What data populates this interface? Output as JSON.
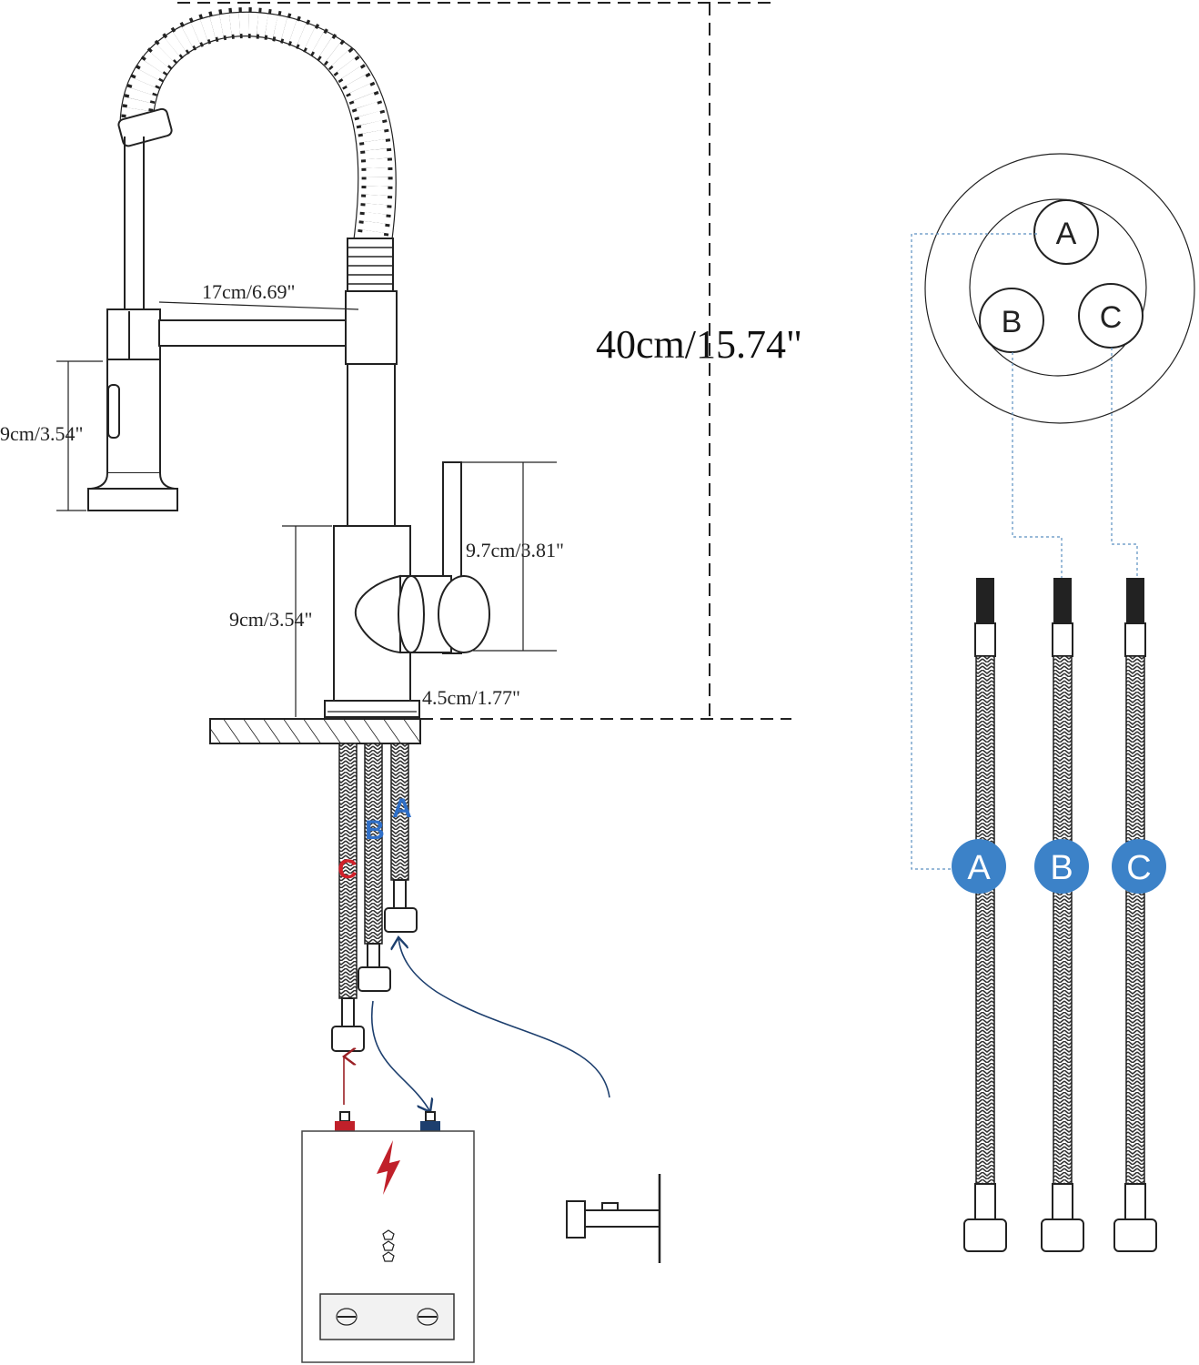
{
  "dimensions": {
    "total_height": "40cm/15.74\"",
    "spout_reach": "17cm/6.69\"",
    "sprayer_height": "9cm/3.54\"",
    "handle_height": "9.7cm/3.81\"",
    "base_height": "9cm/3.54\"",
    "base_diameter": "4.5cm/1.77\""
  },
  "hose_labels": {
    "a": "A",
    "b": "B",
    "c": "C"
  },
  "colors": {
    "hot": "#d0202a",
    "cold": "#2f6fc8",
    "badge": "#3c82c8",
    "cold_pipe": "#1d3f6e"
  },
  "icons": [
    "lightning-icon",
    "screw-icon"
  ]
}
